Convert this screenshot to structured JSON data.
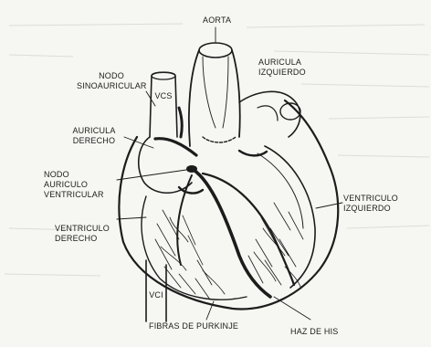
{
  "labels": {
    "aorta": "AORTA",
    "auricula_izquierdo": [
      "AURICULA",
      "IZQUIERDO"
    ],
    "nodo_sinoauricular": [
      "NODO",
      "SINOAURICULAR"
    ],
    "vcs": "VCS",
    "auricula_derecho": [
      "AURICULA",
      "DERECHO"
    ],
    "nodo_auriculo_ventricular": [
      "NODO",
      "AURICULO",
      "VENTRICULAR"
    ],
    "ventriculo_izquierdo": [
      "VENTRICULO",
      "IZQUIERDO"
    ],
    "ventriculo_derecho": [
      "VENTRICULO",
      "DERECHO"
    ],
    "vci": "VCI",
    "fibras_de_purkinje": "FIBRAS DE PURKINJE",
    "haz_de_his": "HAZ DE HIS"
  },
  "colors": {
    "ink": "#1c1c1c",
    "paper": "#f6f6f2"
  }
}
